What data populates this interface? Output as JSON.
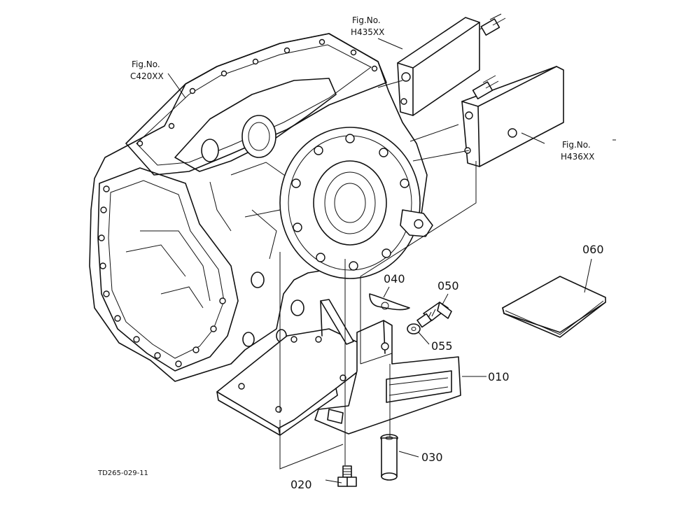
{
  "references": [
    {
      "caption": "Fig.No.",
      "code": "C420XX"
    },
    {
      "caption": "Fig.No.",
      "code": "H435XX"
    },
    {
      "caption": "Fig.No.",
      "code": "H436XX"
    }
  ],
  "parts": [
    "010",
    "020",
    "030",
    "040",
    "050",
    "055",
    "060"
  ],
  "drawing_number": "TD265-029-11"
}
